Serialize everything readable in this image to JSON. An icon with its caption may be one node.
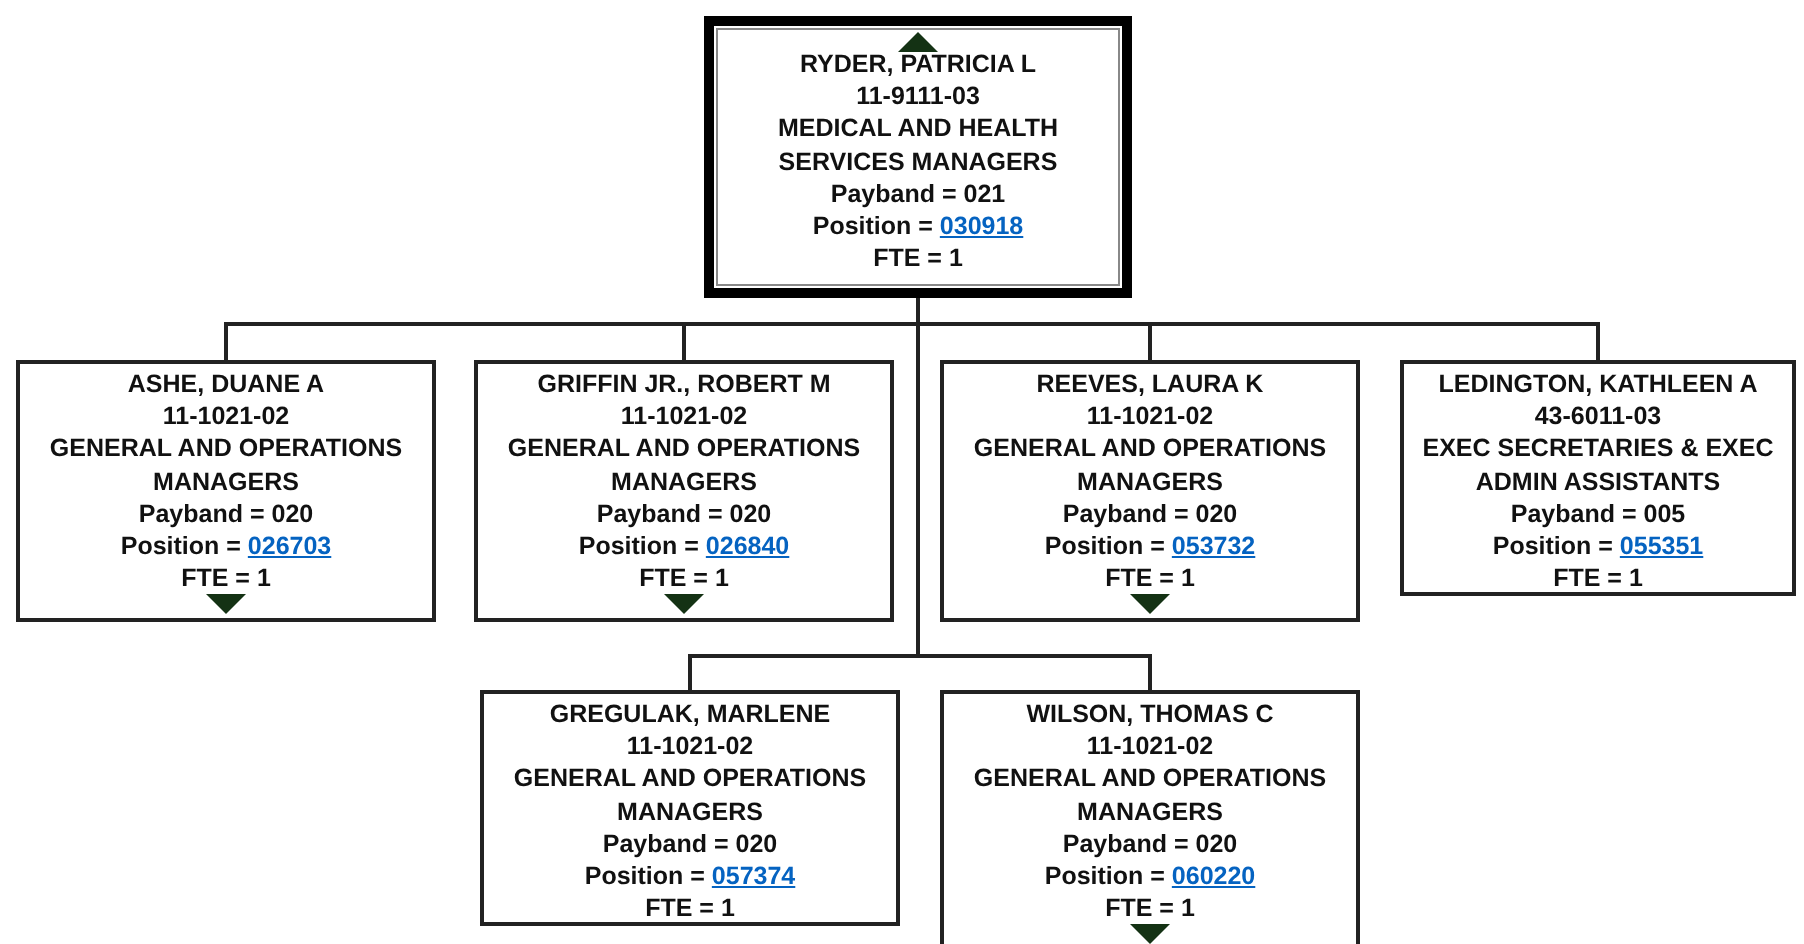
{
  "diagram": {
    "nodes": [
      {
        "text": [
          "RYDER, PATRICIA L",
          "11-9111-03",
          "MEDICAL AND HEALTH SERVICES MANAGERS",
          "Payband = 021",
          "Position = 030918",
          "FTE = 1"
        ]
      },
      {
        "text": [
          "ASHE, DUANE A",
          "11-1021-02",
          "GENERAL AND OPERATIONS MANAGERS",
          "Payband = 020",
          "Position = 026703",
          "FTE = 1"
        ]
      },
      {
        "text": [
          "GRIFFIN JR., ROBERT M",
          "11-1021-02",
          "GENERAL AND OPERATIONS MANAGERS",
          "Payband = 020",
          "Position = 026840",
          "FTE = 1"
        ]
      },
      {
        "text": [
          "REEVES, LAURA K",
          "11-1021-02",
          "GENERAL AND OPERATIONS MANAGERS",
          "Payband = 020",
          "Position = 053732",
          "FTE = 1"
        ]
      },
      {
        "text": [
          "LEDINGTON, KATHLEEN A",
          "43-6011-03",
          "EXEC SECRETARIES & EXEC ADMIN ASSISTANTS",
          "Payband = 005",
          "Position = 055351",
          "FTE = 1"
        ]
      },
      {
        "text": [
          "GREGULAK, MARLENE",
          "11-1021-02",
          "GENERAL AND OPERATIONS MANAGERS",
          "Payband = 020",
          "Position = 057374",
          "FTE = 1"
        ]
      },
      {
        "text": [
          "WILSON, THOMAS C",
          "11-1021-02",
          "GENERAL AND OPERATIONS MANAGERS",
          "Payband = 020",
          "Position = 060220",
          "FTE = 1"
        ]
      }
    ],
    "edges": [
      {
        "from": 0,
        "to": 1,
        "arrow": "none"
      },
      {
        "from": 0,
        "to": 2,
        "arrow": "none"
      },
      {
        "from": 0,
        "to": 3,
        "arrow": "none"
      },
      {
        "from": 0,
        "to": 4,
        "arrow": "none"
      },
      {
        "from": 0,
        "to": 5,
        "arrow": "none"
      },
      {
        "from": 0,
        "to": 6,
        "arrow": "none"
      }
    ]
  }
}
